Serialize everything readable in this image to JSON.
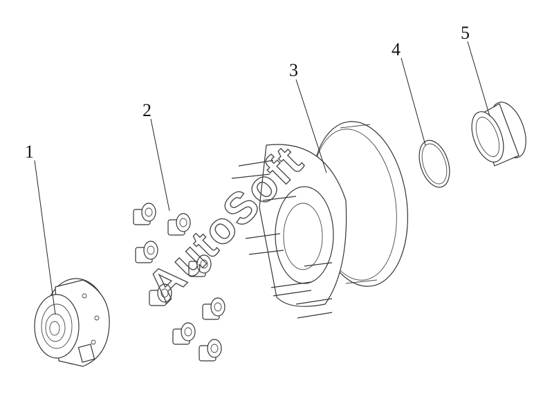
{
  "callouts": [
    {
      "id": "1",
      "label": "1"
    },
    {
      "id": "2",
      "label": "2"
    },
    {
      "id": "3",
      "label": "3"
    },
    {
      "id": "4",
      "label": "4"
    },
    {
      "id": "5",
      "label": "5"
    }
  ],
  "watermark": "AutoSoft",
  "icons": [
    "hub-cap",
    "wheel-nut",
    "brake-disc-hub",
    "o-ring",
    "bearing-race"
  ]
}
